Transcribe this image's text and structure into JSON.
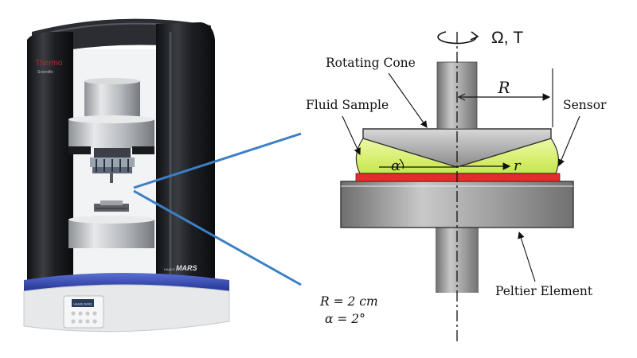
{
  "rheometer": {
    "brand": "Thermo",
    "brand_sub": "Scientific",
    "model": "MARS",
    "model_prefix": "HAAKE",
    "screen_text": "HAAKE MARS",
    "colors": {
      "column": "#1c1e22",
      "accent_blue": "#3d6ec9",
      "brand_red": "#c0262d"
    }
  },
  "schematic": {
    "rotation_label": "Ω, T",
    "labels": {
      "rotating_cone": "Rotating Cone",
      "fluid_sample": "Fluid Sample",
      "sensor": "Sensor",
      "peltier_element": "Peltier Element",
      "radius": "R",
      "angle": "α",
      "radial": "r"
    },
    "params": [
      "R = 2 cm",
      "α = 2°"
    ],
    "colors": {
      "fluid": "#d8f06a",
      "sensor": "#e52b2b",
      "metal": "#8a8a8a",
      "zoom_line": "#3b7fc4"
    }
  }
}
